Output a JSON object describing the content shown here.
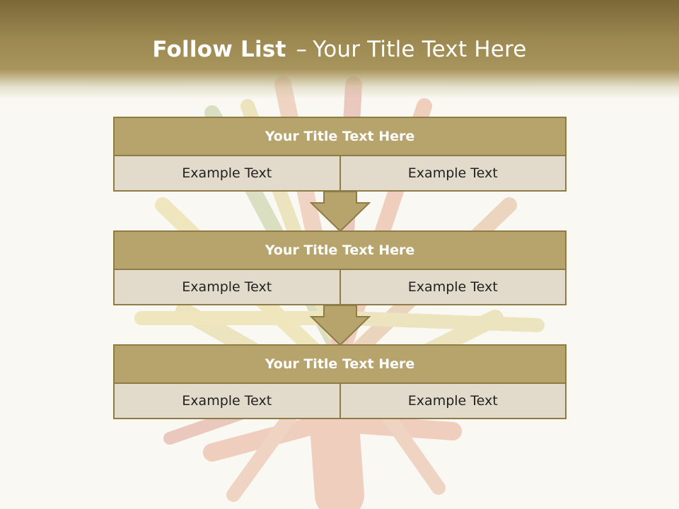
{
  "slide": {
    "title_bold": "Follow List",
    "title_sep": "–",
    "title_rest": "Your Title Text Here"
  },
  "steps": [
    {
      "title": "Your Title Text Here",
      "left": "Example Text",
      "right": "Example Text"
    },
    {
      "title": "Your Title Text Here",
      "left": "Example Text",
      "right": "Example Text"
    },
    {
      "title": "Your Title Text Here",
      "left": "Example Text",
      "right": "Example Text"
    }
  ],
  "colors": {
    "header_gold": "#9c8850",
    "box_title_fill": "#b7a36c",
    "box_border": "#8e7b45",
    "cell_fill": "#e2dacb"
  }
}
